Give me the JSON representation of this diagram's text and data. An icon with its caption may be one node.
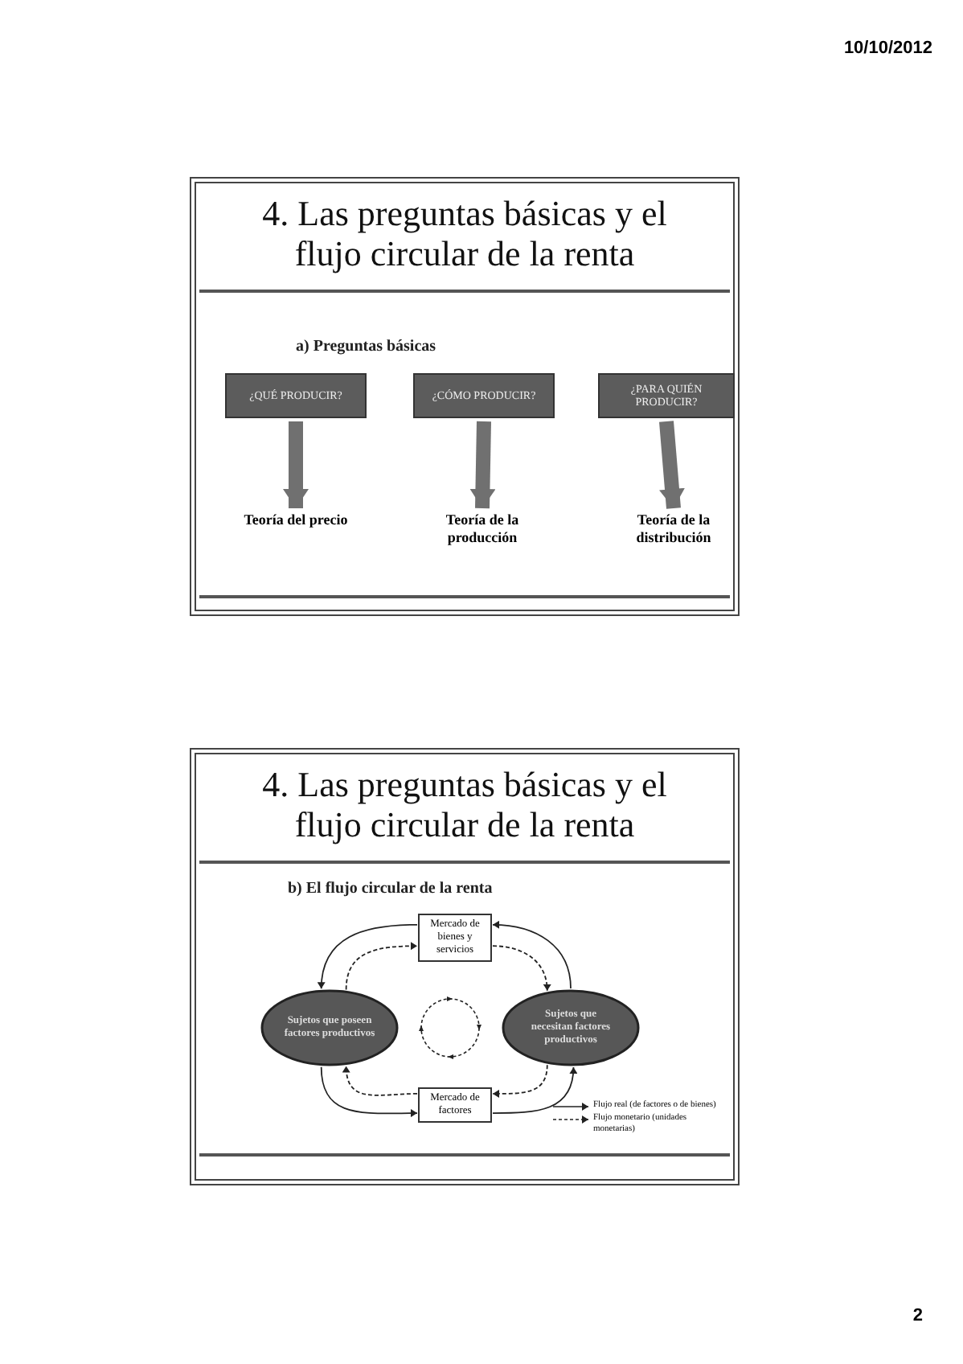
{
  "diagram": {
    "nodes": [
      {
        "text": [
          "4. Las preguntas básicas y el flujo circular de la renta",
          "a) Preguntas básicas"
        ]
      },
      {
        "text": [
          "¿QUÉ PRODUCIR?"
        ],
        "in": 0
      },
      {
        "text": [
          "¿CÓMO PRODUCIR?"
        ],
        "in": 0
      },
      {
        "text": [
          "¿PARA QUIÉN PRODUCIR?"
        ],
        "in": 0
      },
      {
        "text": [
          "Teoría del precio"
        ],
        "in": 0
      },
      {
        "text": [
          "Teoría de la producción"
        ],
        "in": 0
      },
      {
        "text": [
          "Teoría de la distribución"
        ],
        "in": 0
      },
      {
        "text": [
          "4. Las preguntas básicas y el flujo circular de la renta",
          "b) El flujo circular de la renta"
        ]
      },
      {
        "text": [
          "Mercado de bienes y servicios"
        ],
        "in": 7
      },
      {
        "text": [
          "Sujetos que poseen factores productivos"
        ],
        "in": 7
      },
      {
        "text": [
          "Sujetos que necesitan factores productivos"
        ],
        "in": 7
      },
      {
        "text": [
          "Mercado de factores"
        ],
        "in": 7
      }
    ],
    "edges": [
      {
        "from": 1,
        "to": 4,
        "arrow": "to",
        "style": "thick",
        "color": "#707070"
      },
      {
        "from": 2,
        "to": 5,
        "arrow": "to",
        "style": "thick",
        "color": "#707070"
      },
      {
        "from": 3,
        "to": 6,
        "arrow": "to",
        "style": "thick",
        "color": "#707070"
      },
      {
        "from": 10,
        "to": 8,
        "arrow": "to"
      },
      {
        "from": 8,
        "to": 9,
        "arrow": "to"
      },
      {
        "from": 9,
        "to": 11,
        "arrow": "to"
      },
      {
        "from": 11,
        "to": 10,
        "arrow": "to"
      },
      {
        "from": 9,
        "to": 8,
        "arrow": "to",
        "style": "dashed"
      },
      {
        "from": 8,
        "to": 10,
        "arrow": "to",
        "style": "dashed"
      },
      {
        "from": 10,
        "to": 11,
        "arrow": "to",
        "style": "dashed"
      },
      {
        "from": 11,
        "to": 9,
        "arrow": "to",
        "style": "dashed"
      }
    ],
    "labels": [
      "10/10/2012",
      "2"
    ],
    "legend": [
      {
        "text": "Flujo real (de factores o de bienes)"
      },
      {
        "text": "Flujo monetario (unidades monetarias)"
      }
    ]
  }
}
